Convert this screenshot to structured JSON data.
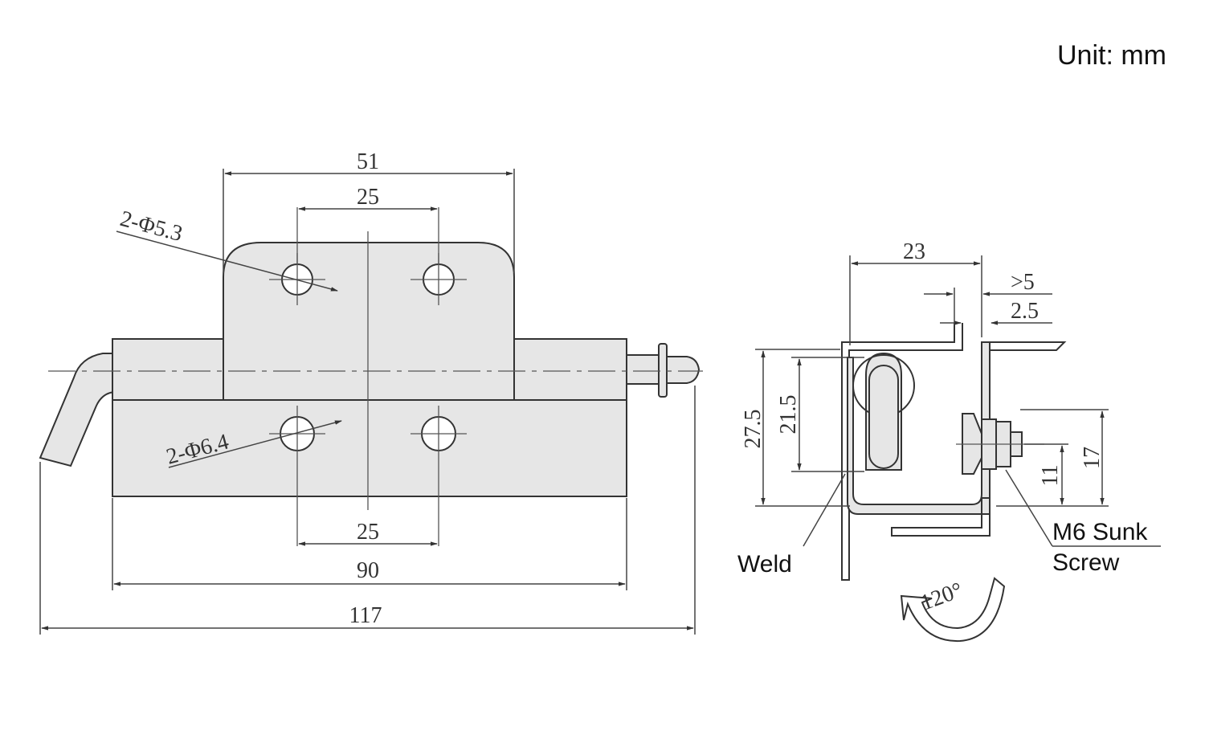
{
  "unit_label": "Unit: mm",
  "front_view": {
    "dims": {
      "plate_width": "51",
      "top_hole_spacing": "25",
      "bottom_hole_spacing": "25",
      "leaf_length": "90",
      "overall_length": "117"
    },
    "callouts": {
      "top_holes": "2-Φ5.3",
      "bottom_holes": "2-Φ6.4"
    }
  },
  "side_view": {
    "dims": {
      "width": "23",
      "clearance": ">5",
      "thickness": "2.5",
      "height_total": "27.5",
      "height_slot": "21.5",
      "screw_height": "17",
      "screw_offset": "11"
    },
    "labels": {
      "weld": "Weld",
      "screw_line1": "M6 Sunk",
      "screw_line2": "Screw",
      "rotation": "120°"
    }
  }
}
